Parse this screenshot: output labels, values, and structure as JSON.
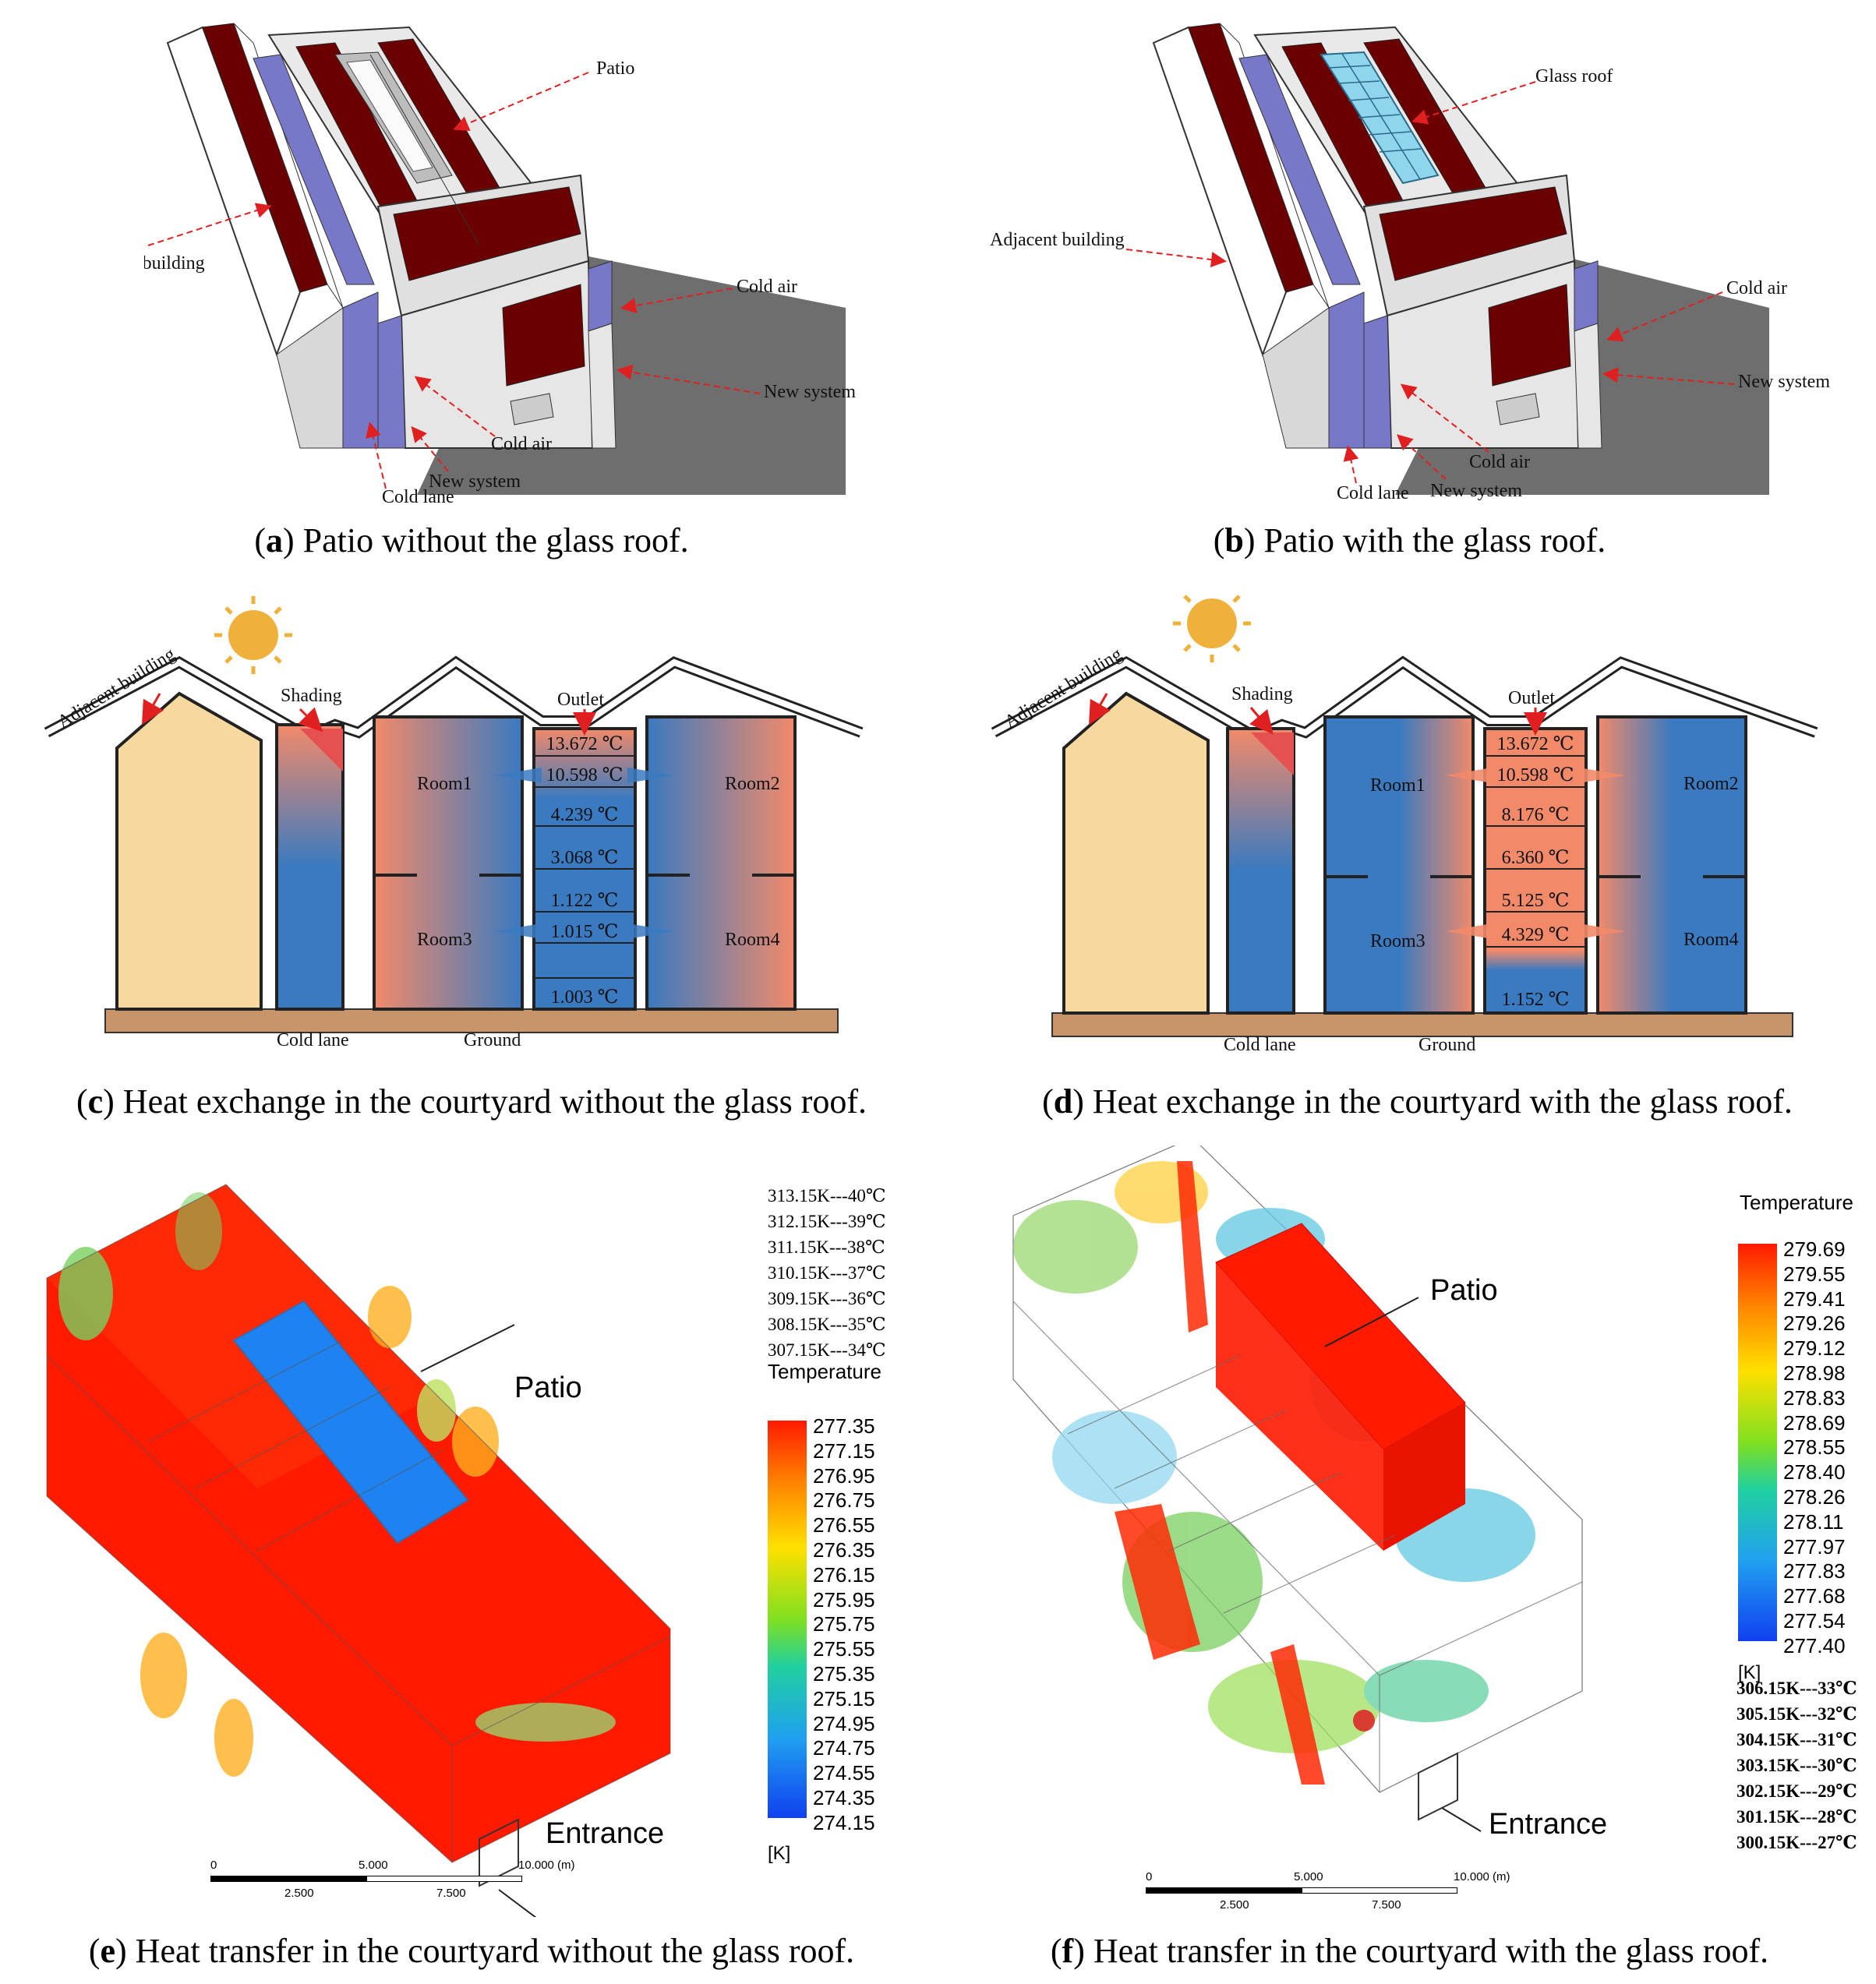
{
  "panels": {
    "a": {
      "labels": {
        "patio": "Patio",
        "adjacent": "Adjacent building",
        "cold_air_right": "Cold air",
        "new_system_right": "New system",
        "cold_air_bottom": "Cold air",
        "new_system_bottom": "New system",
        "cold_lane": "Cold lane"
      },
      "caption_letter": "a",
      "caption_text": ") Patio without the glass roof."
    },
    "b": {
      "labels": {
        "glass_roof": "Glass roof",
        "adjacent": "Adjacent building",
        "cold_air_right": "Cold air",
        "new_system_right": "New system",
        "cold_air_bottom": "Cold air",
        "cold_lane": "Cold lane",
        "new_system_bottom": "New system"
      },
      "caption_letter": "b",
      "caption_text": ") Patio with the glass roof."
    },
    "c": {
      "labels": {
        "adjacent": "Adjacent building",
        "shading": "Shading",
        "outlet": "Outlet",
        "room1": "Room1",
        "room2": "Room2",
        "room3": "Room3",
        "room4": "Room4",
        "cold_lane": "Cold lane",
        "ground": "Ground"
      },
      "temps": [
        "13.672 ℃",
        "10.598 ℃",
        "4.239 ℃",
        "3.068 ℃",
        "1.122 ℃",
        "1.015 ℃",
        "1.003 ℃"
      ],
      "caption_letter": "c",
      "caption_text": ") Heat exchange in the courtyard without the glass roof."
    },
    "d": {
      "labels": {
        "adjacent": "Adjacent building",
        "shading": "Shading",
        "outlet": "Outlet",
        "room1": "Room1",
        "room2": "Room2",
        "room3": "Room3",
        "room4": "Room4",
        "cold_lane": "Cold lane",
        "ground": "Ground"
      },
      "temps": [
        "13.672 ℃",
        "10.598 ℃",
        "8.176 ℃",
        "6.360 ℃",
        "5.125 ℃",
        "4.329 ℃",
        "1.152 ℃"
      ],
      "caption_letter": "d",
      "caption_text": ") Heat exchange in the courtyard with the glass roof."
    },
    "e": {
      "conversions": [
        "313.15K---40℃",
        "312.15K---39℃",
        "311.15K---38℃",
        "310.15K---37℃",
        "309.15K---36℃",
        "308.15K---35℃",
        "307.15K---34℃"
      ],
      "legend_title": "Temperature",
      "legend_values": [
        "277.35",
        "277.15",
        "276.95",
        "276.75",
        "276.55",
        "276.35",
        "276.15",
        "275.95",
        "275.75",
        "275.55",
        "275.35",
        "275.15",
        "274.95",
        "274.75",
        "274.55",
        "274.35",
        "274.15"
      ],
      "legend_unit": "[K]",
      "patio": "Patio",
      "entrance": "Entrance",
      "scale": {
        "top": [
          "0",
          "5.000",
          "10.000 (m)"
        ],
        "bottom": [
          "2.500",
          "7.500"
        ]
      },
      "caption_letter": "e",
      "caption_text": ") Heat transfer in the courtyard without the glass roof."
    },
    "f": {
      "legend_title": "Temperature",
      "legend_values": [
        "279.69",
        "279.55",
        "279.41",
        "279.26",
        "279.12",
        "278.98",
        "278.83",
        "278.69",
        "278.55",
        "278.40",
        "278.26",
        "278.11",
        "277.97",
        "277.83",
        "277.68",
        "277.54",
        "277.40"
      ],
      "legend_unit": "[K]",
      "conversions": [
        "306.15K---33℃",
        "305.15K---32℃",
        "304.15K---31℃",
        "303.15K---30℃",
        "302.15K---29℃",
        "301.15K---28℃",
        "300.15K---27℃"
      ],
      "patio": "Patio",
      "entrance": "Entrance",
      "scale": {
        "top": [
          "0",
          "5.000",
          "10.000 (m)"
        ],
        "bottom": [
          "2.500",
          "7.500"
        ]
      },
      "caption_letter": "f",
      "caption_text": ") Heat transfer in the courtyard with the glass roof."
    }
  },
  "colors": {
    "roof": "#6b0000",
    "wall": "#e3e3e3",
    "cold_lane": "#7878c8",
    "ground_plane": "#6e6e6e",
    "sun": "#f0b03c",
    "warm": "#f28a6a",
    "cold": "#3a7ac0",
    "adjacent_fill": "#f7d9a0",
    "ground_bar": "#c8956a",
    "hot": "#ff1a00",
    "patio_cold": "#1e82f0"
  },
  "icons": {
    "sun": "sun-icon",
    "arrow": "arrow-icon"
  }
}
